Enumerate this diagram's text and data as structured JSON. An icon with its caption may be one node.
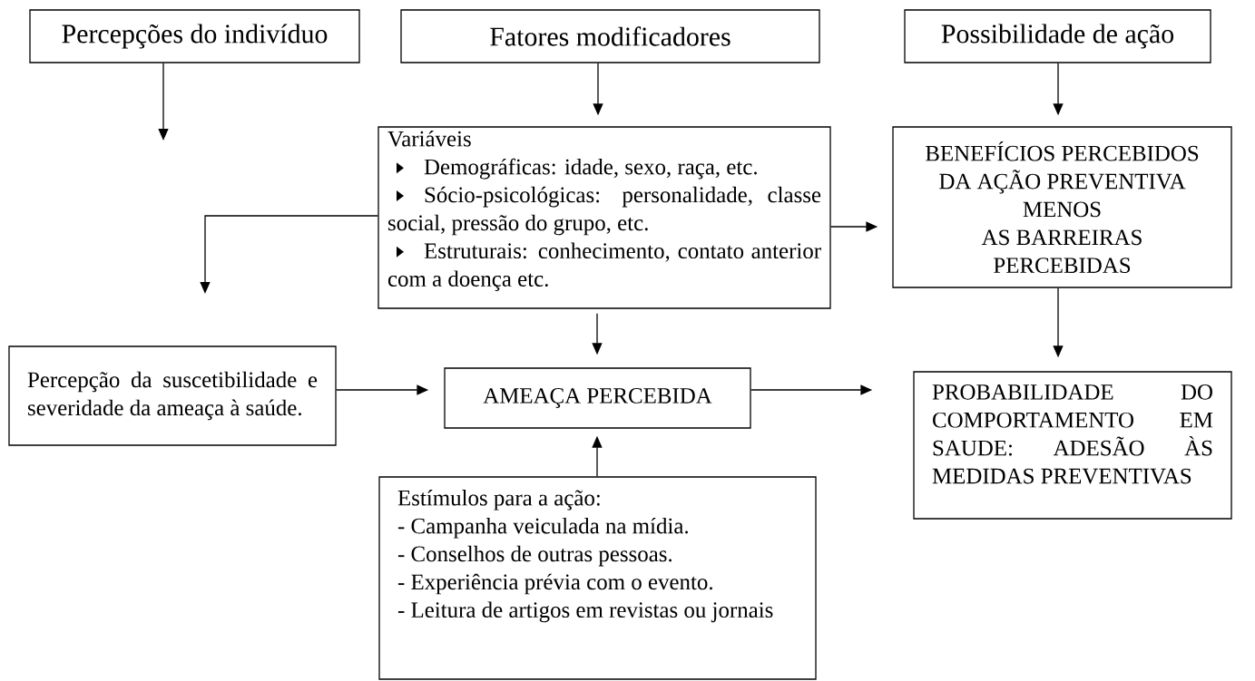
{
  "diagram": {
    "nodes": [
      {
        "text": [
          "Percepções do indivíduo"
        ]
      },
      {
        "text": [
          "Fatores modificadores"
        ]
      },
      {
        "text": [
          "Possibilidade de ação"
        ]
      },
      {
        "text": [
          "Variáveis",
          "Demográficas: idade, sexo, raça, etc.",
          "Sócio-psicológicas: personalidade, classe social, pressão do grupo, etc.",
          "Estruturais: conhecimento, contato anterior com a doença etc."
        ]
      },
      {
        "text": [
          "BENEFÍCIOS PERCEBIDOS DA AÇÃO PREVENTIVA",
          "MENOS",
          "AS BARREIRAS PERCEBIDAS"
        ]
      },
      {
        "text": [
          "Percepção da suscetibilidade e severidade da ameaça à saúde."
        ]
      },
      {
        "text": [
          "AMEAÇA PERCEBIDA"
        ]
      },
      {
        "text": [
          "PROBABILIDADE DO COMPORTAMENTO EM SAUDE: ADESÃO ÀS MEDIDAS PREVENTIVAS"
        ]
      },
      {
        "text": [
          "Estímulos para a ação:",
          "- Campanha veiculada na mídia.",
          "- Conselhos de outras pessoas.",
          "- Experiência prévia com o evento.",
          "- Leitura de artigos em revistas ou jornais"
        ]
      }
    ],
    "edges": [
      {
        "from": 0,
        "to": null,
        "arrow": "to"
      },
      {
        "from": 1,
        "to": 3,
        "arrow": "to"
      },
      {
        "from": 2,
        "to": 4,
        "arrow": "to"
      },
      {
        "from": 3,
        "to": null,
        "arrow": "to"
      },
      {
        "from": 3,
        "to": 4,
        "arrow": "to"
      },
      {
        "from": 3,
        "to": 6,
        "arrow": "to"
      },
      {
        "from": 5,
        "to": 6,
        "arrow": "to"
      },
      {
        "from": 6,
        "to": 7,
        "arrow": "to"
      },
      {
        "from": 4,
        "to": 7,
        "arrow": "to"
      },
      {
        "from": 8,
        "to": 6,
        "arrow": "to"
      }
    ]
  }
}
